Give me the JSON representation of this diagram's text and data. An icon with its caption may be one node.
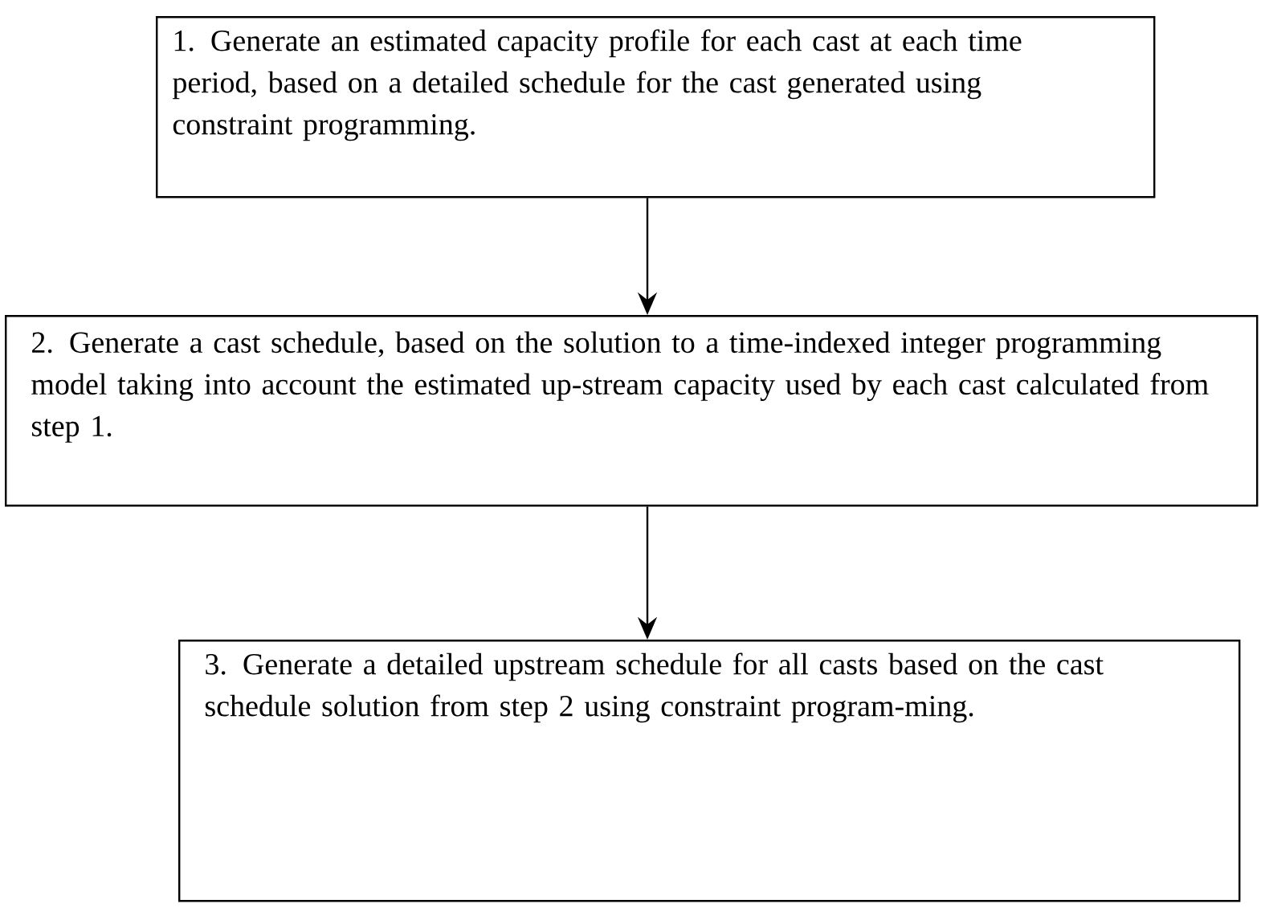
{
  "diagram": {
    "nodes": [
      {
        "text": [
          "1. Generate an estimated capacity profile for each cast at each time period, based on a detailed schedule for the cast generated using constraint programming."
        ]
      },
      {
        "text": [
          "2. Generate a cast schedule, based on the solution to a time-indexed integer programming model taking into account the estimated up-stream capacity used by each cast calculated from step 1."
        ]
      },
      {
        "text": [
          "3. Generate a detailed upstream schedule for all casts based on the cast schedule solution from step 2 using constraint program-ming."
        ]
      }
    ],
    "edges": [
      {
        "from": 0,
        "to": 1,
        "arrow": "to"
      },
      {
        "from": 1,
        "to": 2,
        "arrow": "to"
      }
    ]
  }
}
